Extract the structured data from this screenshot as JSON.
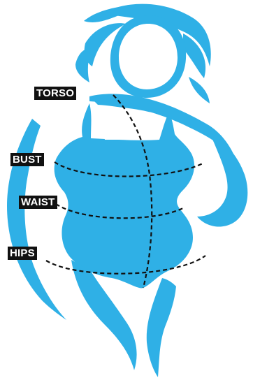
{
  "colors": {
    "figure": "#2fb0e6",
    "measure_line": "#111111",
    "label_bg": "#111111",
    "label_text": "#ffffff"
  },
  "labels": {
    "torso": "TORSO",
    "bust": "BUST",
    "waist": "WAIST",
    "hips": "HIPS"
  }
}
